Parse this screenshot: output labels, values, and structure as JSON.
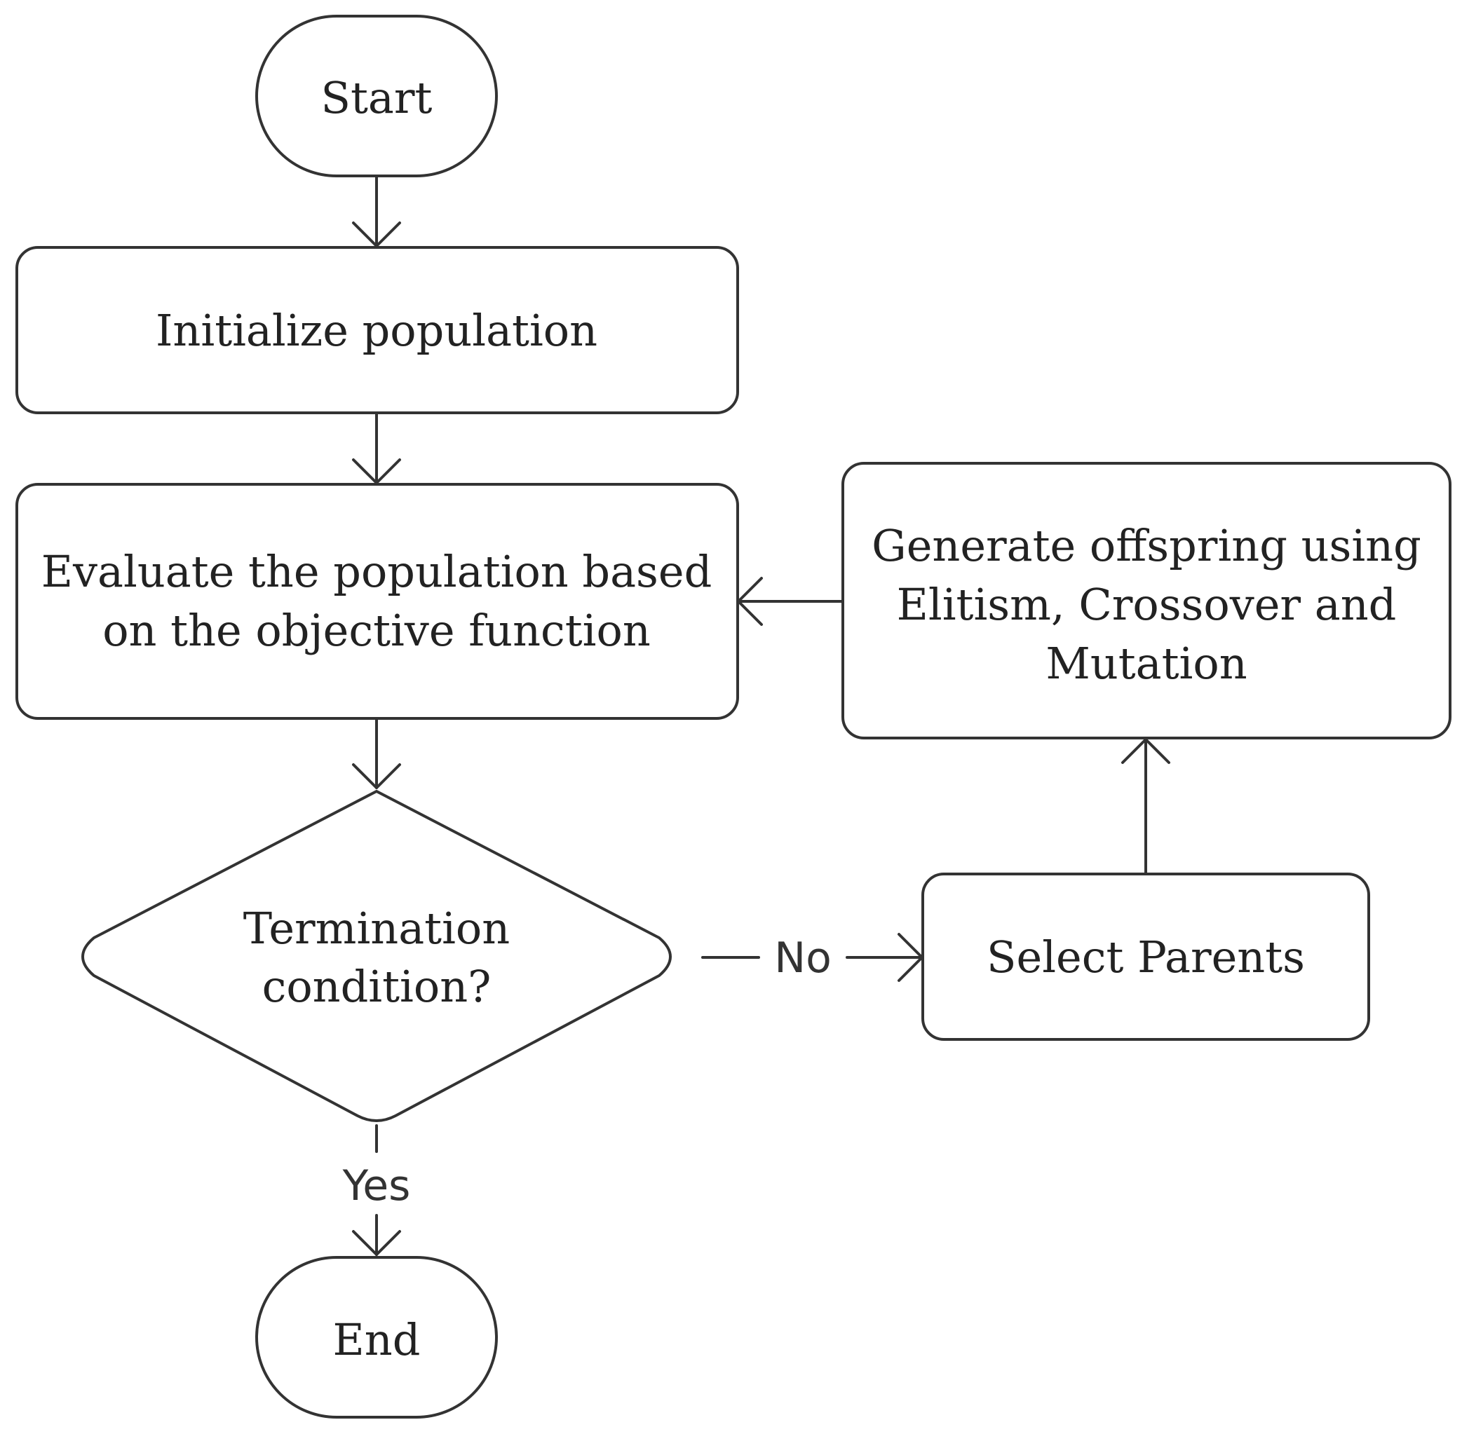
{
  "diagram": {
    "nodes": {
      "start": {
        "lines": [
          "Start"
        ]
      },
      "init": {
        "lines": [
          "Initialize population"
        ]
      },
      "evaluate": {
        "lines": [
          "Evaluate the population based",
          "on the objective function"
        ]
      },
      "decision": {
        "lines": [
          "Termination",
          "condition?"
        ]
      },
      "select": {
        "lines": [
          "Select Parents"
        ]
      },
      "generate": {
        "lines": [
          "Generate offspring using",
          "Elitism, Crossover and",
          "Mutation"
        ]
      },
      "end": {
        "lines": [
          "End"
        ]
      }
    },
    "edges": {
      "no_label": "No",
      "yes_label": "Yes"
    },
    "colors": {
      "stroke": "#333333",
      "text": "#222222",
      "background": "#ffffff"
    }
  }
}
